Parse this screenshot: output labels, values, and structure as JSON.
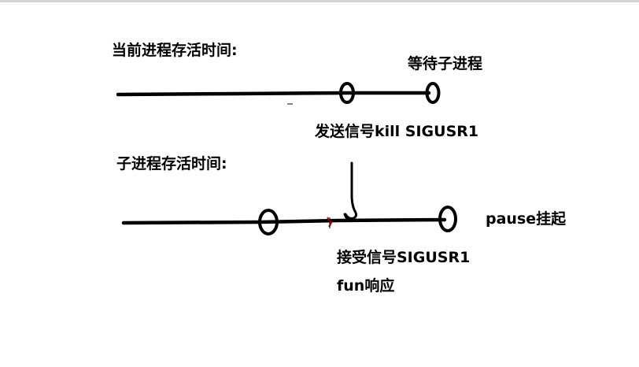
{
  "parent_timeline": {
    "title": "当前进程存活时间:",
    "wait_label": "等待子进程",
    "send_label": "发送信号kill SIGUSR1"
  },
  "child_timeline": {
    "title": "子进程存活时间:",
    "pause_label": "pause挂起",
    "receive_label": "接受信号SIGUSR1",
    "response_label": "fun响应"
  },
  "colors": {
    "ink": "#000000",
    "marker_red": "#cc0000",
    "top_border": "#d4d4d4"
  }
}
